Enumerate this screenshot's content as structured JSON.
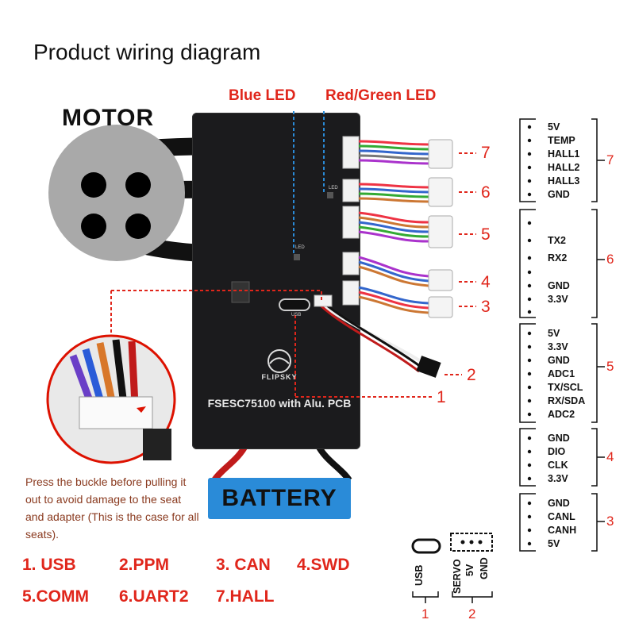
{
  "title": "Product wiring diagram",
  "motor_label": "MOTOR",
  "led_labels": {
    "blue": "Blue LED",
    "red_green": "Red/Green LED"
  },
  "board": {
    "name": "FSESC75100 with Alu. PCB",
    "brand": "FLIPSKY",
    "led_marks": [
      "LED",
      "LED"
    ],
    "usb_mark": "USB",
    "battery_label": "BATTERY"
  },
  "note": "Press the buckle before pulling it out to avoid damage to the seat and adapter (This is the case for all seats).",
  "callouts": [
    "7",
    "6",
    "5",
    "4",
    "3",
    "2",
    "1"
  ],
  "legend": [
    [
      "1. USB",
      "2.PPM",
      "3. CAN",
      "4.SWD"
    ],
    [
      "5.COMM",
      "6.UART2",
      "7.HALL"
    ]
  ],
  "pinouts": [
    {
      "number": "7",
      "pins": [
        "5V",
        "TEMP",
        "HALL1",
        "HALL2",
        "HALL3",
        "GND"
      ]
    },
    {
      "number": "6",
      "pins": [
        "TX2",
        "RX2",
        "",
        "GND",
        "3.3V"
      ]
    },
    {
      "number": "5",
      "pins": [
        "5V",
        "3.3V",
        "GND",
        "ADC1",
        "TX/SCL",
        "RX/SDA",
        "ADC2"
      ]
    },
    {
      "number": "4",
      "pins": [
        "GND",
        "DIO",
        "CLK",
        "3.3V"
      ]
    },
    {
      "number": "3",
      "pins": [
        "GND",
        "CANL",
        "CANH",
        "5V"
      ]
    }
  ],
  "ports": {
    "usb": {
      "label": "USB",
      "number": "1"
    },
    "servo": {
      "labels": [
        "SERVO",
        "5V",
        "GND"
      ],
      "number": "2"
    }
  },
  "colors": {
    "accent": "#e0261b",
    "board": "#1b1b1d",
    "battery": "#2a8bd8",
    "note": "#8a3a1f"
  }
}
